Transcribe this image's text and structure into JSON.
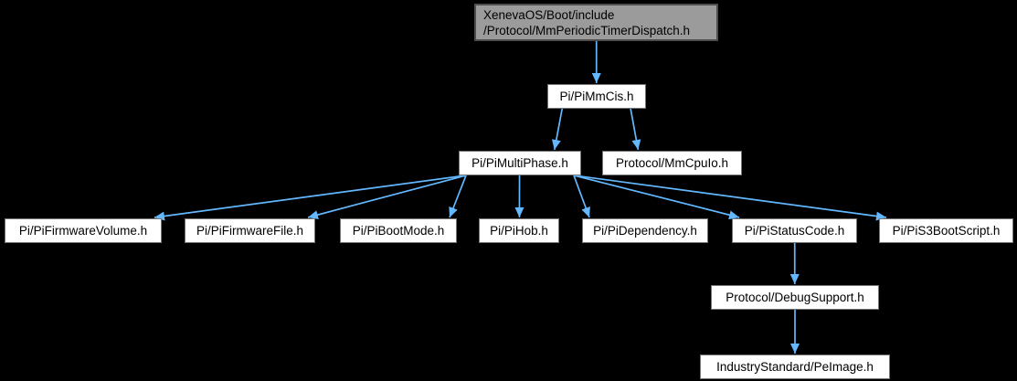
{
  "diagram": {
    "type": "include-dependency-graph",
    "background_color": "#000000",
    "node_fill_color": "#ffffff",
    "node_border_color": "#747474",
    "root_fill_color": "#9b9b9b",
    "root_border_color": "#4d4d4d",
    "text_color": "#000000",
    "arrow_color": "#63b8ff",
    "nodes": [
      {
        "id": "root",
        "label": "XenevaOS/Boot/include\n/Protocol/MmPeriodicTimerDispatch.h",
        "kind": "current"
      },
      {
        "id": "pimmcis",
        "label": "Pi/PiMmCis.h",
        "kind": "header"
      },
      {
        "id": "pimultiphase",
        "label": "Pi/PiMultiPhase.h",
        "kind": "header"
      },
      {
        "id": "mmcpuio",
        "label": "Protocol/MmCpuIo.h",
        "kind": "header"
      },
      {
        "id": "pifirmwarevolume",
        "label": "Pi/PiFirmwareVolume.h",
        "kind": "header"
      },
      {
        "id": "pifirmwarefile",
        "label": "Pi/PiFirmwareFile.h",
        "kind": "header"
      },
      {
        "id": "pibootmode",
        "label": "Pi/PiBootMode.h",
        "kind": "header"
      },
      {
        "id": "pihob",
        "label": "Pi/PiHob.h",
        "kind": "header"
      },
      {
        "id": "pidependency",
        "label": "Pi/PiDependency.h",
        "kind": "header"
      },
      {
        "id": "pistatuscode",
        "label": "Pi/PiStatusCode.h",
        "kind": "header"
      },
      {
        "id": "pis3bootscript",
        "label": "Pi/PiS3BootScript.h",
        "kind": "header"
      },
      {
        "id": "debugsupport",
        "label": "Protocol/DebugSupport.h",
        "kind": "header"
      },
      {
        "id": "peimage",
        "label": "IndustryStandard/PeImage.h",
        "kind": "header"
      }
    ],
    "edges": [
      {
        "from": "root",
        "to": "pimmcis"
      },
      {
        "from": "pimmcis",
        "to": "pimultiphase"
      },
      {
        "from": "pimmcis",
        "to": "mmcpuio"
      },
      {
        "from": "pimultiphase",
        "to": "pifirmwarevolume"
      },
      {
        "from": "pimultiphase",
        "to": "pifirmwarefile"
      },
      {
        "from": "pimultiphase",
        "to": "pibootmode"
      },
      {
        "from": "pimultiphase",
        "to": "pihob"
      },
      {
        "from": "pimultiphase",
        "to": "pidependency"
      },
      {
        "from": "pimultiphase",
        "to": "pistatuscode"
      },
      {
        "from": "pimultiphase",
        "to": "pis3bootscript"
      },
      {
        "from": "pistatuscode",
        "to": "debugsupport"
      },
      {
        "from": "debugsupport",
        "to": "peimage"
      }
    ]
  }
}
